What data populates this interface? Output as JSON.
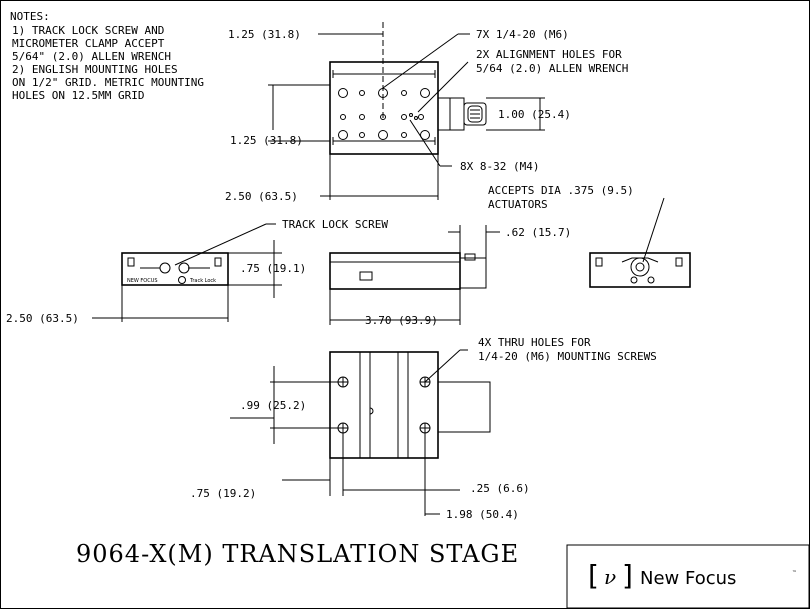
{
  "notes": {
    "heading": "NOTES:",
    "lines": [
      "1) TRACK LOCK SCREW AND",
      "MICROMETER CLAMP ACCEPT",
      "5/64\" (2.0) ALLEN WRENCH",
      "2) ENGLISH MOUNTING HOLES",
      "ON 1/2\" GRID. METRIC MOUNTING",
      "HOLES ON 12.5MM GRID"
    ]
  },
  "top_view": {
    "dim_left_top": "1.25 (31.8)",
    "dim_left_mid": "1.25 (31.8)",
    "dim_width": "2.50 (63.5)",
    "dim_right": "1.00 (25.4)",
    "callout_7x": "7X 1/4-20 (M6)",
    "callout_align_1": "2X ALIGNMENT HOLES FOR",
    "callout_align_2": "5/64 (2.0) ALLEN WRENCH",
    "callout_8x": "8X 8-32 (M4)"
  },
  "side_views": {
    "track_lock": "TRACK LOCK SCREW",
    "height": ".75 (19.1)",
    "width": "2.50 (63.5)",
    "length": "3.70 (93.9)",
    "offset": ".62 (15.7)",
    "accepts_1": "ACCEPTS DIA .375 (9.5)",
    "accepts_2": "ACTUATORS",
    "label_brand": "NEW FOCUS",
    "label_lock": "Track Lock"
  },
  "bottom_view": {
    "callout_1": "4X THRU HOLES FOR",
    "callout_2": "1/4-20 (M6) MOUNTING SCREWS",
    "dim_v": ".99 (25.2)",
    "dim_h1": ".75 (19.2)",
    "dim_h2": ".25 (6.6)",
    "dim_h3": "1.98 (50.4)"
  },
  "title": "9064-X(M) TRANSLATION STAGE",
  "brand": {
    "mark": "ν",
    "name": "New Focus",
    "tm": "™"
  }
}
